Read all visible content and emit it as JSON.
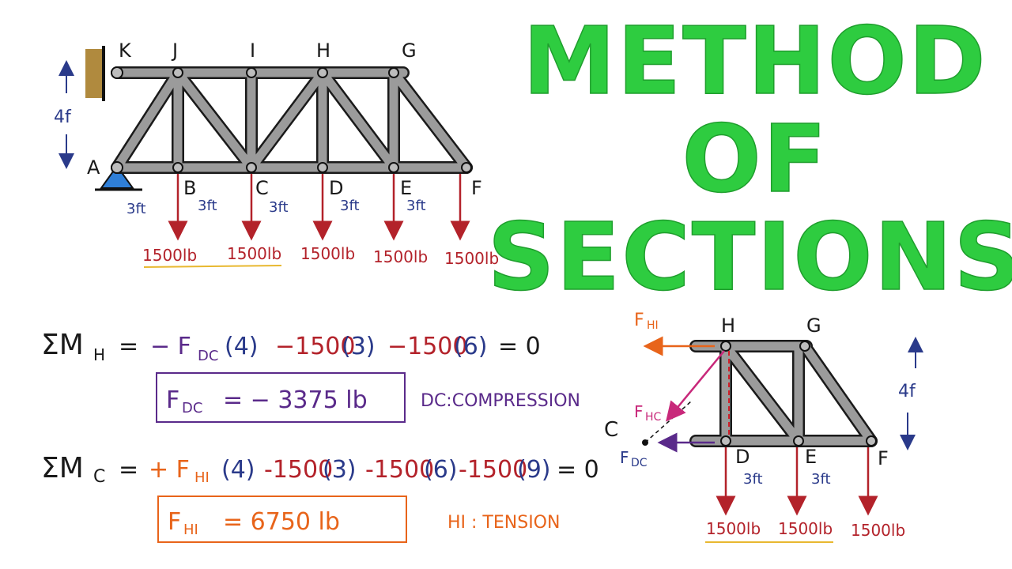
{
  "title": {
    "line1": "METHOD",
    "line2": "OF",
    "line3": "SECTIONS"
  },
  "colors": {
    "title_green": "#2ecc40",
    "member_gray": "#9b9b9b",
    "load_red": "#b3222a",
    "dim_blue": "#2a3a8a",
    "box_purple": "#5a2a8a",
    "box_orange": "#e8641a",
    "support_blue": "#2f7fd8",
    "wall_brown": "#b08a3e",
    "highlight_yellow": "#e8b830",
    "fhc_magenta": "#c8287a"
  },
  "main_truss": {
    "top_nodes": [
      "K",
      "J",
      "I",
      "H",
      "G"
    ],
    "bottom_nodes": [
      "A",
      "B",
      "C",
      "D",
      "E",
      "F"
    ],
    "height_label": "4f",
    "spacing_labels": [
      "3ft",
      "3ft",
      "3ft",
      "3ft",
      "3ft"
    ],
    "loads": [
      "1500lb",
      "1500lb",
      "1500lb",
      "1500lb",
      "1500lb"
    ]
  },
  "section_truss": {
    "top_nodes": [
      "H",
      "G"
    ],
    "bottom_nodes": [
      "D",
      "E",
      "F"
    ],
    "cut_point": "C",
    "height_label": "4f",
    "spacing_labels": [
      "3ft",
      "3ft"
    ],
    "loads": [
      "1500lb",
      "1500lb",
      "1500lb"
    ],
    "forces": {
      "fhi": "F",
      "fhi_sub": "HI",
      "fhc": "F",
      "fhc_sub": "HC",
      "fdc": "F",
      "fdc_sub": "DC"
    }
  },
  "equations": {
    "eq1": {
      "lhs": "ΣM",
      "lhs_sub": "H",
      "eq_sign": "=",
      "term1": "− F",
      "term1_sub": "DC",
      "term1_arg": "(4)",
      "term2": "−1500",
      "term2_arg": "(3)",
      "term3": "−1500",
      "term3_arg": "(6)",
      "rhs": "= 0"
    },
    "result1": {
      "label": "F",
      "label_sub": "DC",
      "value": "=  − 3375 lb"
    },
    "note1": "DC:COMPRESSION",
    "eq2": {
      "lhs": "ΣM",
      "lhs_sub": "C",
      "eq_sign": "=",
      "term1": "+ F",
      "term1_sub": "HI",
      "term1_arg": "(4)",
      "term2": "-1500",
      "term2_arg": "(3)",
      "term3": "-1500",
      "term3_arg": "(6)",
      "term4": "-1500",
      "term4_arg": "(9)",
      "rhs": "= 0"
    },
    "result2": {
      "label": "F",
      "label_sub": "HI",
      "value": "=   6750 lb"
    },
    "note2": "HI : TENSION"
  }
}
